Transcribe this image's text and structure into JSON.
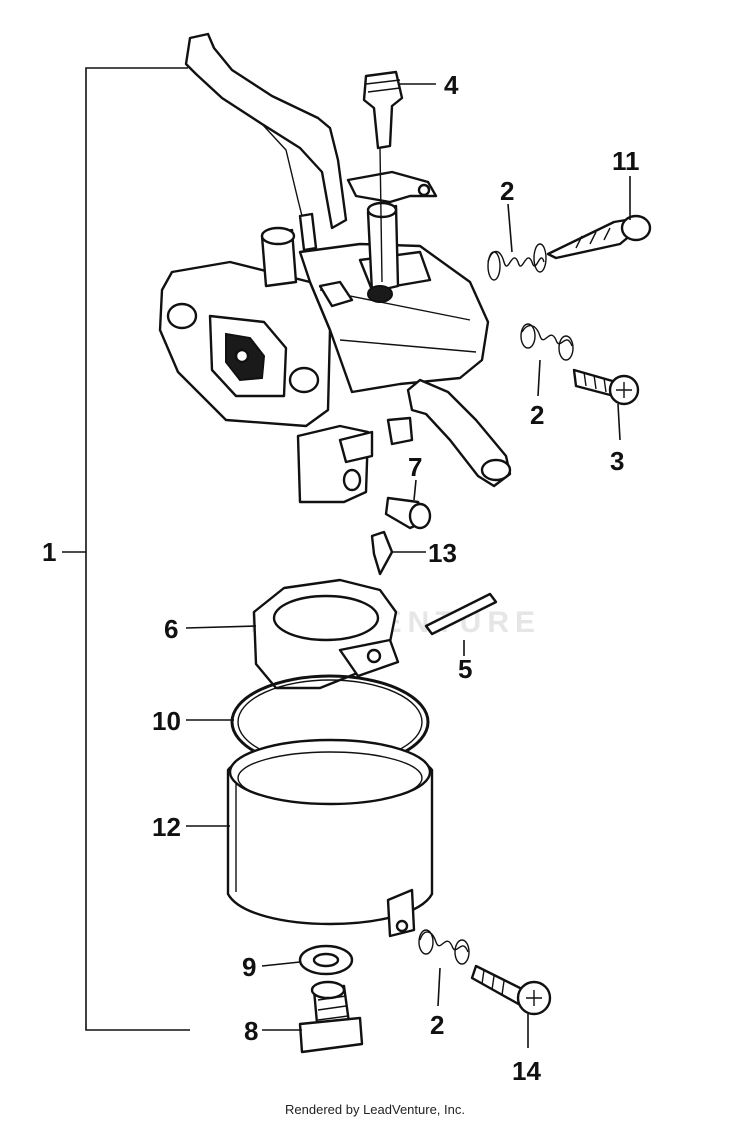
{
  "callouts": {
    "c1": "1",
    "c2a": "2",
    "c2b": "2",
    "c2c": "2",
    "c3": "3",
    "c4": "4",
    "c5": "5",
    "c6": "6",
    "c7": "7",
    "c8": "8",
    "c9": "9",
    "c10": "10",
    "c11": "11",
    "c12": "12",
    "c13": "13",
    "c14": "14"
  },
  "watermark": "LEADVENTURE",
  "footer": "Rendered by LeadVenture, Inc."
}
